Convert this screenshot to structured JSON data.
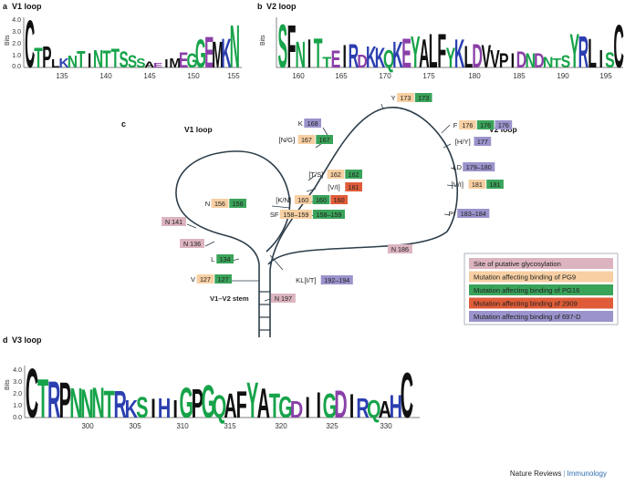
{
  "panels": {
    "a": {
      "letter": "a",
      "title": "V1 loop",
      "ylabel": "Bits",
      "yticks": [
        "4.0",
        "3.0",
        "2.0",
        "1.0",
        "0.0"
      ],
      "xticks": [
        "135",
        "140",
        "145",
        "150",
        "155"
      ],
      "logo": "CTPLKNTINTTSSSAEIMEGGEMKN"
    },
    "b": {
      "letter": "b",
      "title": "V2 loop",
      "ylabel": "Bits",
      "yticks": [
        "4.0",
        "3.0",
        "2.0",
        "1.0",
        "0.0"
      ],
      "xticks": [
        "160",
        "165",
        "170",
        "175",
        "180",
        "185",
        "190",
        "195"
      ],
      "logo": "SFNITTEIRDKKQKEYALFYKLDVVPIDNDNTSYRLISC"
    },
    "c": {
      "letter": "c",
      "v1_title": "V1 loop",
      "v2_title": "V2 loop",
      "stem": "V1–V2 stem"
    },
    "d": {
      "letter": "d",
      "title": "V3 loop",
      "ylabel": "Bits",
      "yticks": [
        "4.0",
        "3.0",
        "2.0",
        "1.0",
        "0.0"
      ],
      "xticks": [
        "300",
        "305",
        "310",
        "315",
        "320",
        "325",
        "330"
      ],
      "logo": "CTRPNNNTRKSIHIGPGQAFYATGDIIGDIRQAHC"
    }
  },
  "sites": [
    {
      "key": "y173",
      "label": "Y",
      "boxes": [
        {
          "t": "173",
          "c": "pg9"
        },
        {
          "t": "173",
          "c": "pg16"
        }
      ]
    },
    {
      "key": "k168",
      "label": "K",
      "boxes": [
        {
          "t": "168",
          "c": "d697"
        }
      ]
    },
    {
      "key": "f176",
      "label": "F",
      "boxes": [
        {
          "t": "176",
          "c": "pg9"
        },
        {
          "t": "176",
          "c": "pg16"
        },
        {
          "t": "176",
          "c": "d697"
        }
      ]
    },
    {
      "key": "ng167",
      "label": "[N/G]",
      "boxes": [
        {
          "t": "167",
          "c": "pg9"
        },
        {
          "t": "167",
          "c": "pg16"
        }
      ]
    },
    {
      "key": "hy177",
      "label": "[H/Y]",
      "boxes": [
        {
          "t": "177",
          "c": "d697"
        }
      ]
    },
    {
      "key": "ts162",
      "label": "[T/S]",
      "boxes": [
        {
          "t": "162",
          "c": "pg9"
        },
        {
          "t": "162",
          "c": "pg16"
        }
      ]
    },
    {
      "key": "ld179",
      "label": "LD",
      "boxes": [
        {
          "t": "179–180",
          "c": "d697"
        }
      ]
    },
    {
      "key": "vi161",
      "label": "[V/I]",
      "boxes": [
        {
          "t": "161",
          "c": "m2909"
        }
      ]
    },
    {
      "key": "vi181",
      "label": "[V/I]",
      "boxes": [
        {
          "t": "181",
          "c": "pg9"
        },
        {
          "t": "181",
          "c": "pg16"
        }
      ]
    },
    {
      "key": "kn160",
      "label": "[K/N]",
      "boxes": [
        {
          "t": "160",
          "c": "pg9"
        },
        {
          "t": "160",
          "c": "pg16"
        },
        {
          "t": "160",
          "c": "m2909"
        }
      ]
    },
    {
      "key": "n156",
      "label": "N",
      "boxes": [
        {
          "t": "156",
          "c": "pg9"
        },
        {
          "t": "156",
          "c": "pg16"
        }
      ]
    },
    {
      "key": "sf158",
      "label": "SF",
      "boxes": [
        {
          "t": "158–159",
          "c": "pg9"
        },
        {
          "t": "158–159",
          "c": "pg16"
        }
      ]
    },
    {
      "key": "pi183",
      "label": "PI",
      "boxes": [
        {
          "t": "183–184",
          "c": "d697"
        }
      ]
    },
    {
      "key": "l134",
      "label": "L",
      "boxes": [
        {
          "t": "134",
          "c": "pg16"
        }
      ]
    },
    {
      "key": "v127",
      "label": "V",
      "boxes": [
        {
          "t": "127",
          "c": "pg9"
        },
        {
          "t": "127",
          "c": "pg16"
        }
      ]
    },
    {
      "key": "kl192",
      "label": "KL[I/T]",
      "boxes": [
        {
          "t": "192–194",
          "c": "d697"
        }
      ]
    },
    {
      "key": "n141",
      "label": "",
      "boxes": [
        {
          "t": "N 141",
          "c": "glyc"
        }
      ]
    },
    {
      "key": "n136",
      "label": "",
      "boxes": [
        {
          "t": "N 136",
          "c": "glyc"
        }
      ]
    },
    {
      "key": "n186",
      "label": "",
      "boxes": [
        {
          "t": "N 186",
          "c": "glyc"
        }
      ]
    },
    {
      "key": "n197",
      "label": "",
      "boxes": [
        {
          "t": "N 197",
          "c": "glyc"
        }
      ]
    }
  ],
  "legend": [
    {
      "label": "Site of putative glycosylation",
      "color": "#dcb4c0"
    },
    {
      "label": "Mutation affecting binding of PG9",
      "color": "#f7cfa2"
    },
    {
      "label": "Mutation affecting binding of PG16",
      "color": "#3aa35a"
    },
    {
      "label": "Mutation affecting binding of 2909",
      "color": "#e05c38"
    },
    {
      "label": "Mutation affecting binding of 697-D",
      "color": "#9a93cc"
    }
  ],
  "colors": {
    "glyc": "#dcb4c0",
    "pg9": "#f7cfa2",
    "pg16": "#3aa35a",
    "m2909": "#e05c38",
    "d697": "#9a93cc",
    "logo_green": "#17a34a",
    "logo_blue": "#2b3fb0",
    "logo_black": "#111111",
    "logo_purple": "#8a3fa8",
    "journal": "#2f6fb0"
  },
  "credit": {
    "publisher": "Nature Reviews",
    "journal": "Immunology"
  }
}
